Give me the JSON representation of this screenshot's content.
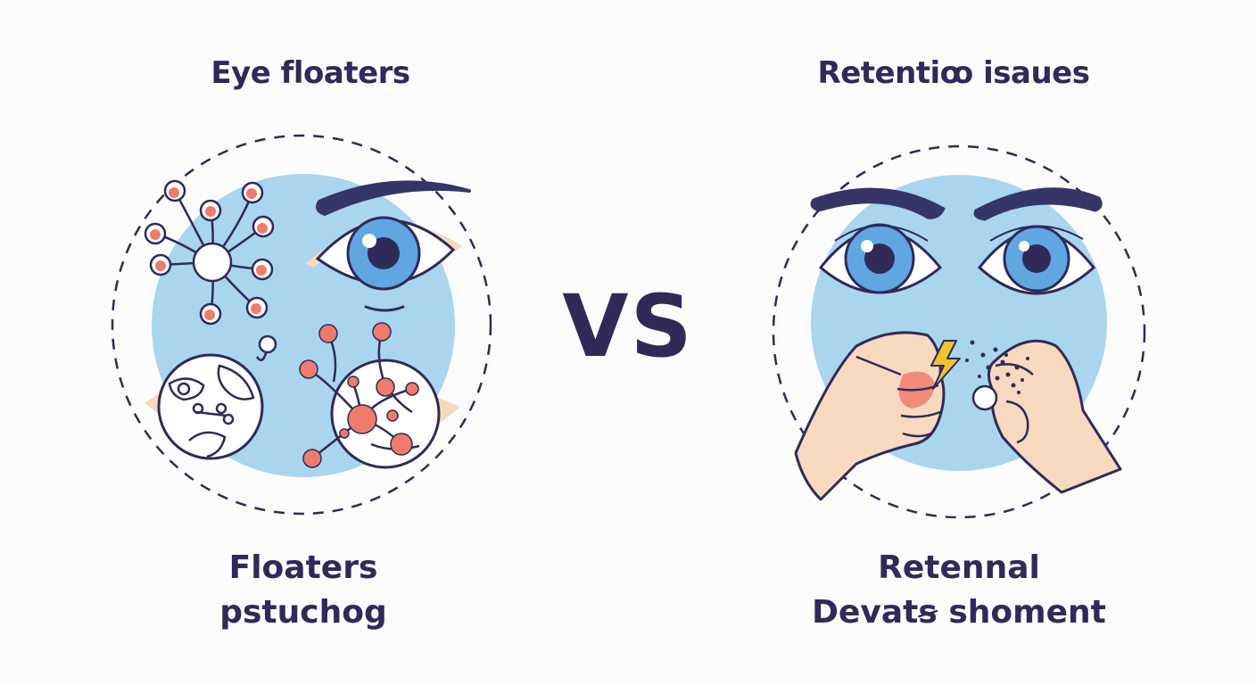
{
  "left": {
    "title": "Eye floaters",
    "caption_line1": "Floaters",
    "caption_line2": "pstuchog"
  },
  "center": {
    "vs": "VS"
  },
  "right": {
    "title": "Retentiꝏ isaues",
    "caption_line1": "Retennal",
    "caption_line2": "Devatꞩ shoment"
  },
  "colors": {
    "text": "#2f2a58",
    "bg_circle": "#a9d5ef",
    "iris": "#5fa6e2",
    "dot": "#ee7b6d",
    "skin": "#f6d9bf",
    "spark": "#f2c230"
  }
}
